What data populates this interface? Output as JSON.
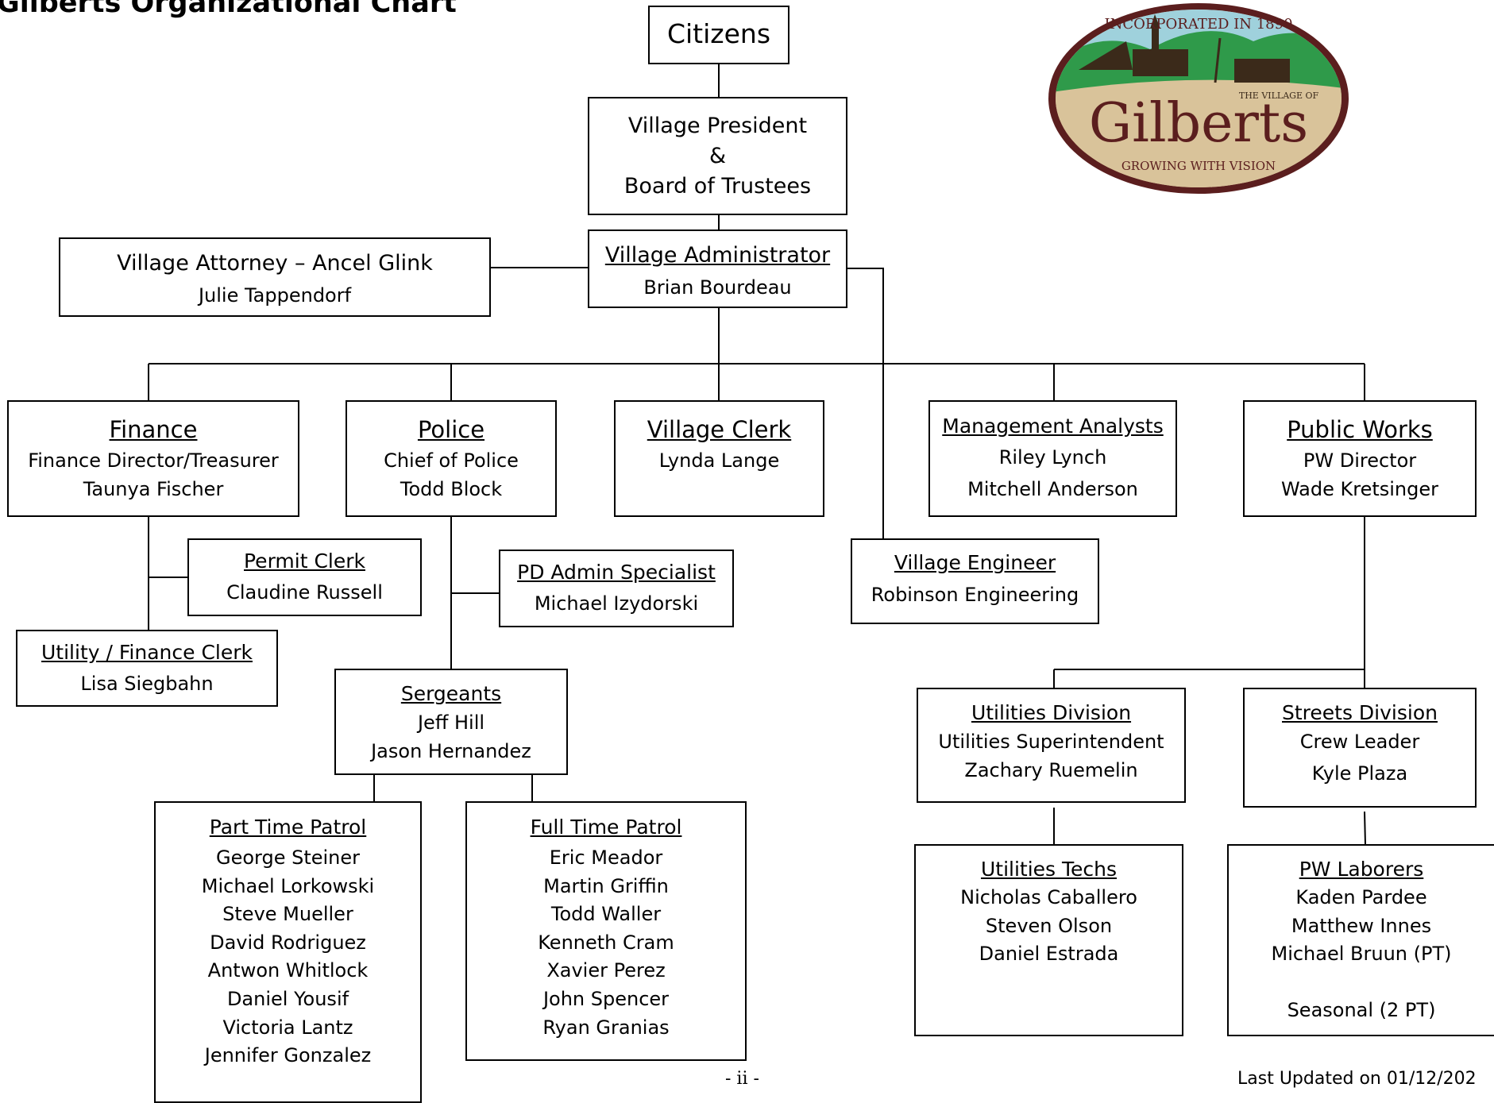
{
  "title": "Gilberts Organizational Chart",
  "logo": {
    "top_text": "INCORPORATED IN 1890",
    "small_text": "THE VILLAGE OF",
    "name": "Gilberts",
    "bottom_text": "GROWING WITH VISION",
    "colors": {
      "rim": "#5b1e1e",
      "sky": "#9fd1dc",
      "hill": "#2f9a4a",
      "ground": "#d9c39a",
      "text": "#5b1e1e"
    }
  },
  "nodes": {
    "citizens": {
      "label": "Citizens"
    },
    "president": {
      "line1": "Village President",
      "line2": "&",
      "line3": "Board of Trustees"
    },
    "administrator": {
      "heading": "Village Administrator",
      "name": "Brian Bourdeau"
    },
    "attorney": {
      "line1": "Village Attorney – Ancel Glink",
      "name": "Julie Tappendorf"
    },
    "finance": {
      "heading": "Finance",
      "role": "Finance Director/Treasurer",
      "name": "Taunya Fischer"
    },
    "police": {
      "heading": "Police",
      "role": "Chief of Police",
      "name": "Todd Block"
    },
    "clerk": {
      "heading": "Village Clerk",
      "name": "Lynda Lange"
    },
    "analysts": {
      "heading": "Management Analysts",
      "names": [
        "Riley Lynch",
        "Mitchell Anderson"
      ]
    },
    "public_works": {
      "heading": "Public Works",
      "role": "PW Director",
      "name": "Wade Kretsinger"
    },
    "permit_clerk": {
      "heading": "Permit Clerk",
      "name": "Claudine Russell"
    },
    "utility_finance_clerk": {
      "heading": "Utility / Finance Clerk",
      "name": "Lisa Siegbahn"
    },
    "pd_admin": {
      "heading": "PD Admin Specialist",
      "name": "Michael Izydorski"
    },
    "engineer": {
      "heading": "Village Engineer",
      "name": "Robinson Engineering"
    },
    "sergeants": {
      "heading": "Sergeants",
      "names": [
        "Jeff Hill",
        "Jason Hernandez"
      ]
    },
    "part_time_patrol": {
      "heading": "Part Time Patrol",
      "names": [
        "George Steiner",
        "Michael Lorkowski",
        "Steve Mueller",
        "David Rodriguez",
        "Antwon Whitlock",
        "Daniel Yousif",
        "Victoria Lantz",
        "Jennifer Gonzalez"
      ]
    },
    "full_time_patrol": {
      "heading": "Full Time Patrol",
      "names": [
        "Eric Meador",
        "Martin Griffin",
        "Todd Waller",
        "Kenneth Cram",
        "Xavier Perez",
        "John Spencer",
        "Ryan Granias"
      ]
    },
    "utilities_division": {
      "heading": "Utilities Division",
      "role": "Utilities Superintendent",
      "name": "Zachary Ruemelin"
    },
    "streets_division": {
      "heading": "Streets Division",
      "role": "Crew Leader",
      "name": "Kyle Plaza"
    },
    "utilities_techs": {
      "heading": "Utilities Techs",
      "names": [
        "Nicholas Caballero",
        "Steven Olson",
        "Daniel Estrada"
      ]
    },
    "pw_laborers": {
      "heading": "PW Laborers",
      "names": [
        "Kaden Pardee",
        "Matthew Innes",
        "Michael Bruun (PT)"
      ],
      "note": "Seasonal (2 PT)"
    }
  },
  "footer": {
    "page_number": "- ii -",
    "last_updated": "Last Updated on 01/12/202"
  }
}
